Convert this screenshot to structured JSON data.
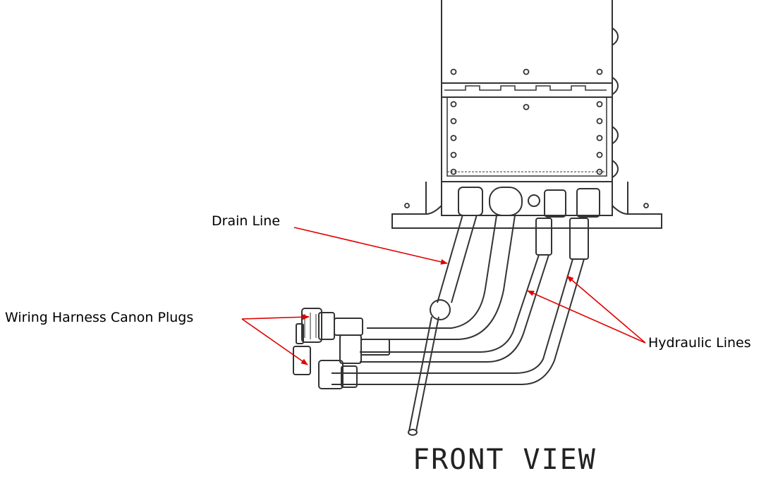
{
  "labels": {
    "drain_line": "Drain Line",
    "wiring_harness": "Wiring Harness Canon Plugs",
    "hydraulic_lines": "Hydraulic Lines"
  },
  "caption": "FRONT VIEW",
  "colors": {
    "line_art": "#333333",
    "callout_arrow": "#e00000",
    "background": "#ffffff"
  }
}
